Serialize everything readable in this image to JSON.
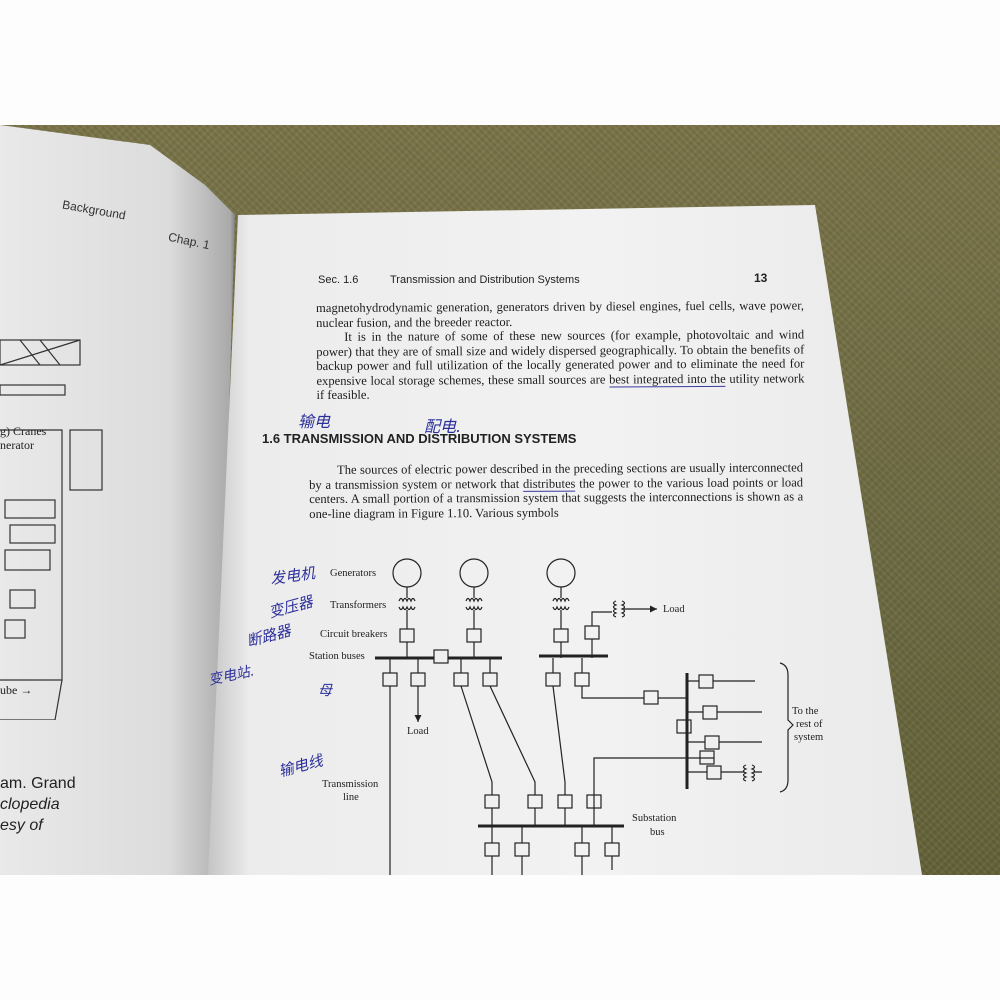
{
  "left_page": {
    "header": {
      "title": "Background",
      "chapter": "Chap. 1"
    },
    "figure_labels": [
      "g) Cranes",
      "nerator",
      "ube →"
    ],
    "caption_fragments": [
      "am.  Grand",
      "clopedia",
      "esy of"
    ]
  },
  "right_page": {
    "header": {
      "section": "Sec. 1.6",
      "title": "Transmission and Distribution Systems",
      "page_number": "13"
    },
    "paragraph1": {
      "line1": "magnetohydrodynamic generation, generators driven by diesel engines, fuel cells, wave power, nuclear fusion, and the breeder reactor."
    },
    "paragraph2": {
      "text_before_underline": "It is in the nature of some of these new sources (for example, photovoltaic and wind power) that they are of small size and widely dispersed geographically. To obtain the benefits of backup power and full utilization of the locally generated power and to eliminate the need for expensive local storage schemes, these small sources are ",
      "underlined": "best integrated into the",
      "text_after_underline": " utility network if feasible."
    },
    "section_heading": "1.6 TRANSMISSION AND DISTRIBUTION SYSTEMS",
    "paragraph3": {
      "before": "The sources of electric power described in the preceding sections are usually interconnected by a transmission system or network that ",
      "underlined": "distributes",
      "after": " the power to the various load points or load centers. A small portion of a transmission system that suggests the interconnections is shown as a one-line diagram in Figure 1.10. Various symbols"
    },
    "diagram": {
      "labels": {
        "generators": "Generators",
        "transformers": "Transformers",
        "circuit_breakers": "Circuit breakers",
        "station_buses": "Station buses",
        "load_left": "Load",
        "load_right": "Load",
        "transmission_line_1": "Transmission",
        "transmission_line_2": "line",
        "substation_1": "Substation",
        "substation_2": "bus",
        "rest_1": "To the",
        "rest_2": "rest of",
        "rest_3": "system"
      }
    },
    "handwritten_notes": {
      "transmission": "输电",
      "distribution": "配电.",
      "generator": "发电机",
      "transformer": "变压器",
      "breaker": "断路器",
      "substation": "变电站.",
      "bus": "母",
      "transmission_line": "输电线"
    },
    "ink_color": "#2c2f9a"
  }
}
